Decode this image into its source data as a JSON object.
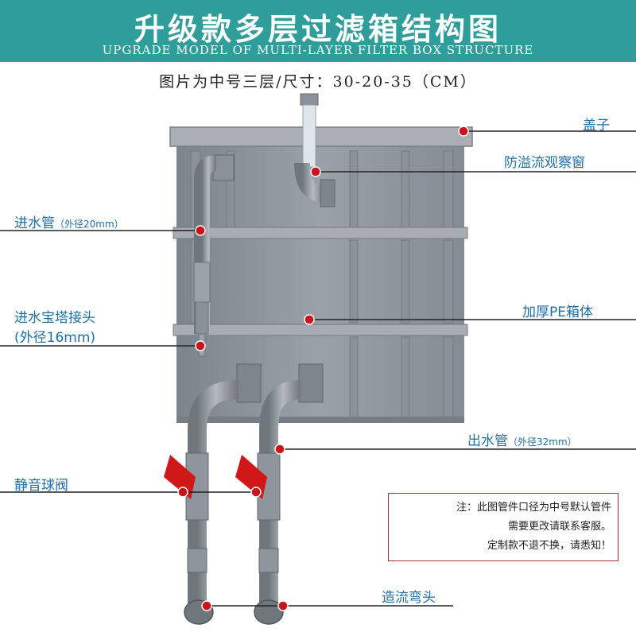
{
  "header": {
    "title": "升级款多层过滤箱结构图",
    "subtitle": "UPGRADE MODEL OF MULTI-LAYER FILTER BOX STRUCTURE",
    "spec": "图片为中号三层/尺寸：30-20-35（CM）"
  },
  "labels": {
    "lid": "盖子",
    "overflow_window": "防溢流观察窗",
    "inlet_pipe": "进水管",
    "inlet_pipe_note": "（外径20mm）",
    "inlet_connector_line1": "进水宝塔接头",
    "inlet_connector_line2": "(外径16mm)",
    "box_body": "加厚PE箱体",
    "outlet_pipe": "出水管",
    "outlet_pipe_note": "（外径32mm）",
    "ball_valve": "静音球阀",
    "elbow": "造流弯头"
  },
  "note": {
    "line1": "注：此图管件口径为中号默认管件",
    "line2": "需要更改请联系客服。",
    "line3": "定制款不退不换，请悉知！"
  },
  "colors": {
    "banner": "#2f9e9a",
    "label_text": "#1e6fa8",
    "marker": "#d0101a",
    "box": "#8f969d",
    "valve_handle": "#d01818"
  }
}
